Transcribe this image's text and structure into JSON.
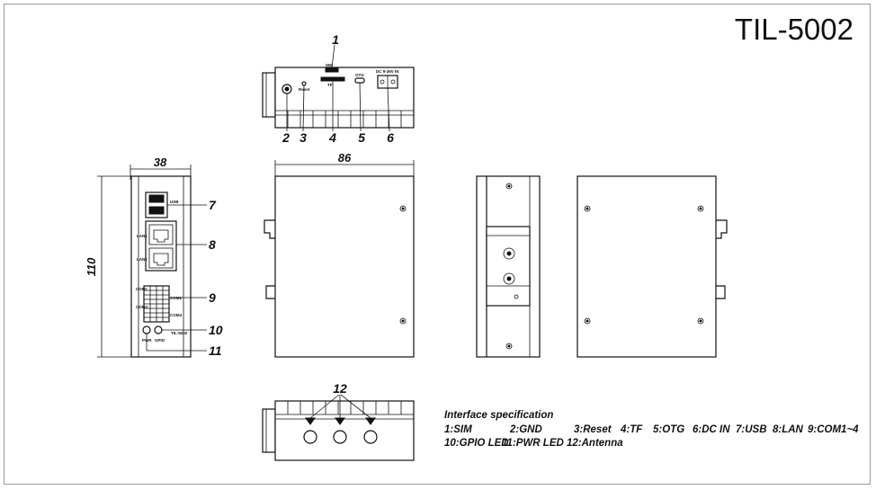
{
  "title": "TIL-5002",
  "callouts": [
    "1",
    "2",
    "3",
    "4",
    "5",
    "6",
    "7",
    "8",
    "9",
    "10",
    "11",
    "12"
  ],
  "dimensions": {
    "width": "38",
    "depth": "86",
    "height": "110"
  },
  "spec": {
    "heading": "Interface specification",
    "row1": [
      "1:SIM",
      "2:GND",
      "3:Reset",
      "4:TF",
      "5:OTG",
      "6:DC IN",
      "7:USB",
      "8:LAN",
      "9:COM1~4"
    ],
    "row2": [
      "10:GPIO LED",
      "11:PWR LED",
      "12:Antenna"
    ]
  },
  "panel_labels": {
    "sim": "SIM",
    "reset": "Reset",
    "tf": "TF",
    "otg": "OTG",
    "dc": "DC 9-36V IN",
    "usb": "USB",
    "lan1": "LAN1",
    "lan2": "LAN2",
    "com1": "COM1",
    "com2": "COM2",
    "com3": "COM3",
    "com4": "COM4",
    "pwr": "PWR",
    "gpio": "GPIO",
    "model": "TIL-5002"
  }
}
